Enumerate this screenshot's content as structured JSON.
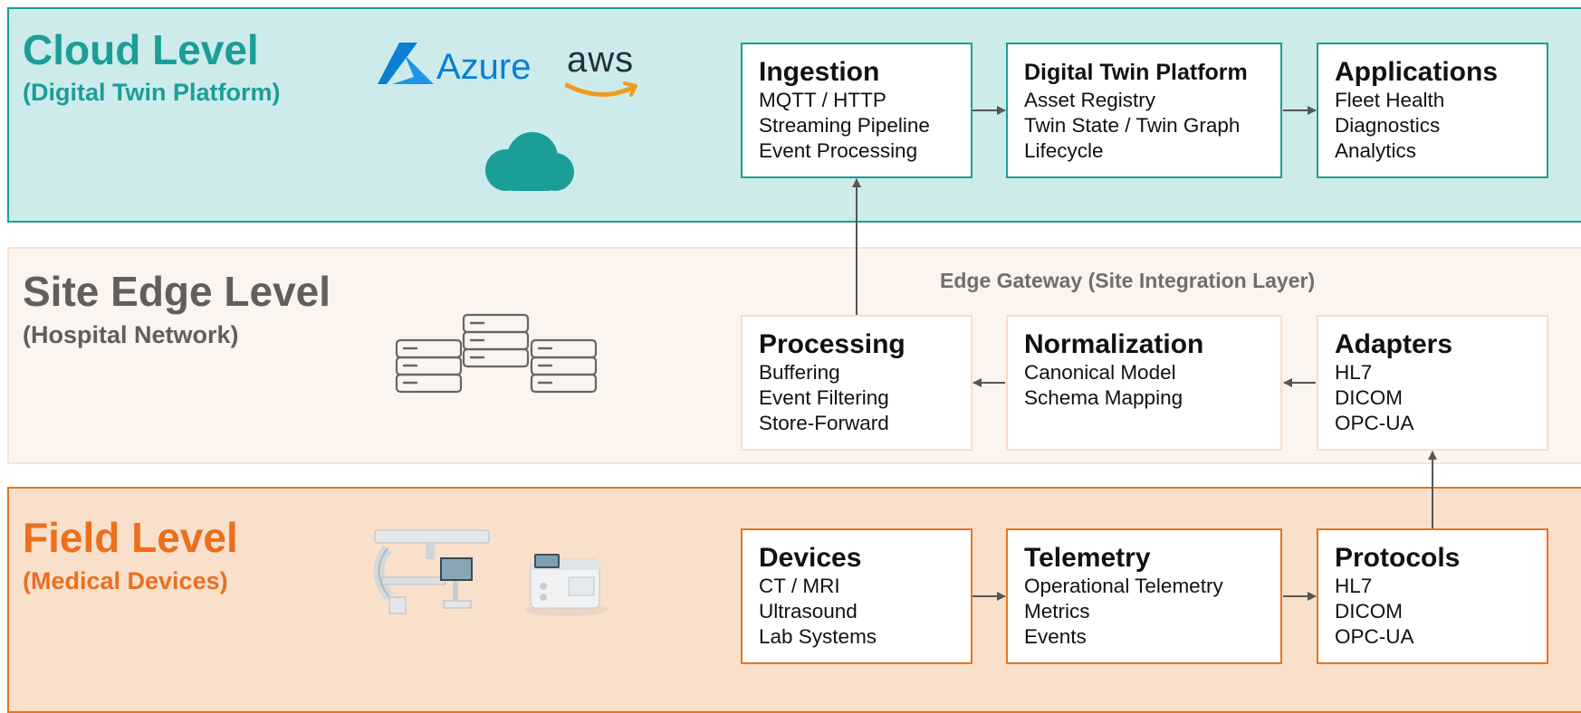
{
  "levels": {
    "cloud": {
      "title": "Cloud Level",
      "subtitle": "(Digital Twin Platform)"
    },
    "edge": {
      "title": "Site Edge Level",
      "subtitle": "(Hospital Network)"
    },
    "field": {
      "title": "Field Level",
      "subtitle": "(Medical Devices)"
    }
  },
  "logos": {
    "azure": "Azure",
    "aws": "aws"
  },
  "gateway_label": "Edge Gateway (Site Integration Layer)",
  "boxes": {
    "ingestion": {
      "title": "Ingestion",
      "lines": [
        "MQTT / HTTP",
        "Streaming Pipeline",
        "Event Processing"
      ]
    },
    "digital_twin": {
      "title": "Digital Twin Platform",
      "lines": [
        "Asset Registry",
        "Twin State / Twin Graph",
        "Lifecycle"
      ]
    },
    "applications": {
      "title": "Applications",
      "lines": [
        "Fleet Health",
        "Diagnostics",
        "Analytics"
      ]
    },
    "processing": {
      "title": "Processing",
      "lines": [
        "Buffering",
        "Event Filtering",
        "Store-Forward"
      ]
    },
    "normalization": {
      "title": "Normalization",
      "lines": [
        "Canonical Model",
        "Schema Mapping"
      ]
    },
    "adapters": {
      "title": "Adapters",
      "lines": [
        "HL7",
        "DICOM",
        "OPC-UA"
      ]
    },
    "devices": {
      "title": "Devices",
      "lines": [
        "CT / MRI",
        "Ultrasound",
        "Lab Systems"
      ]
    },
    "telemetry": {
      "title": "Telemetry",
      "lines": [
        "Operational Telemetry",
        "Metrics",
        "Events"
      ]
    },
    "protocols": {
      "title": "Protocols",
      "lines": [
        "HL7",
        "DICOM",
        "OPC-UA"
      ]
    }
  },
  "icons": {
    "azure": "azure-logo-icon",
    "aws": "aws-logo-icon",
    "cloud": "cloud-icon",
    "servers": "server-stack-icon",
    "imaging_device": "medical-imaging-device-icon",
    "lab_analyzer": "lab-analyzer-icon"
  },
  "colors": {
    "cloud_accent": "#1a9e97",
    "cloud_bg": "#cdebea",
    "edge_text": "#5f5f5f",
    "edge_bg": "#fcf4ee",
    "field_accent": "#e8731f",
    "field_bg": "#f9e0cb",
    "azure_blue": "#0a7fd4",
    "aws_orange": "#f29a1f"
  }
}
